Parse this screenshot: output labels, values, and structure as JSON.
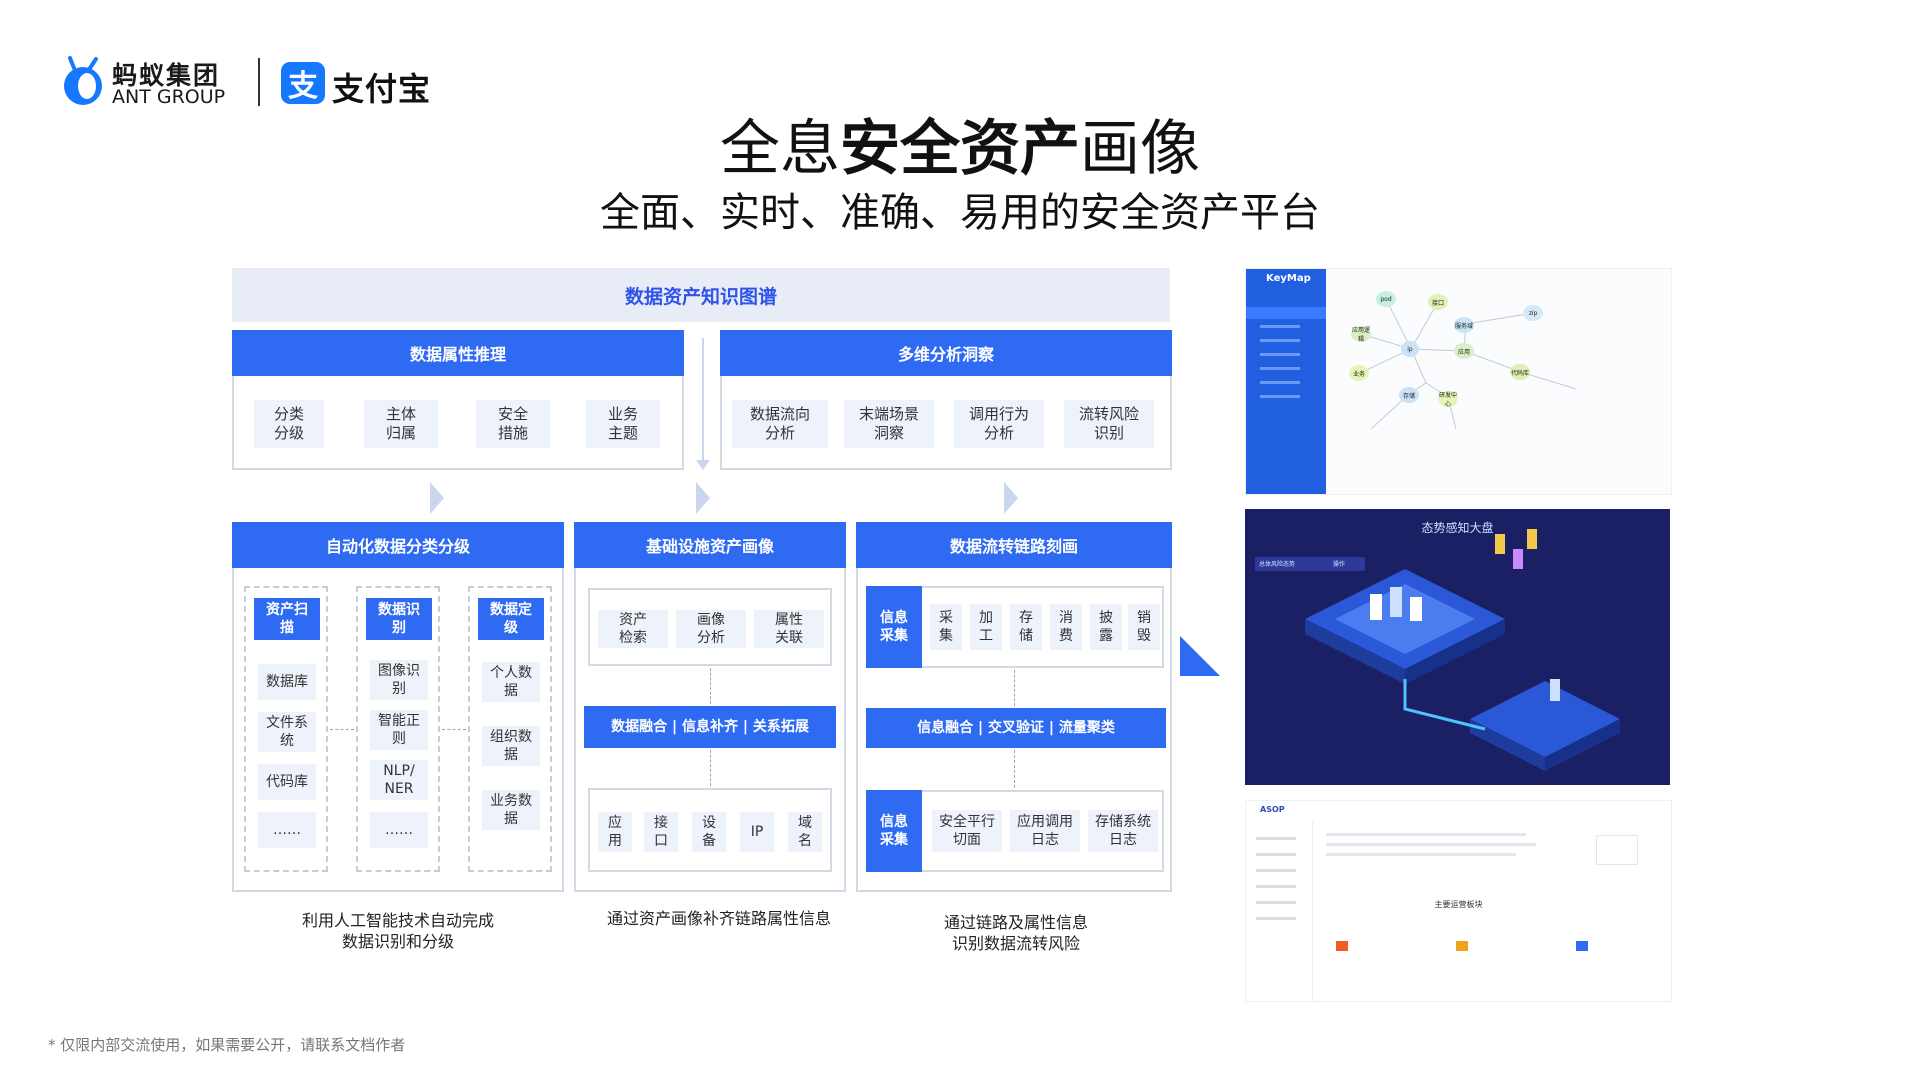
{
  "header": {
    "ant_cn": "蚂蚁集团",
    "ant_en": "ANT GROUP",
    "alipay_mark": "支",
    "alipay_text": "支付宝"
  },
  "title": {
    "part1": "全息",
    "bold": "安全资产",
    "part2": "画像"
  },
  "subtitle": "全面、实时、准确、易用的安全资产平台",
  "diagram": {
    "kg_bar": "数据资产知识图谱",
    "inference": {
      "title": "数据属性推理",
      "items": [
        "分类\n分级",
        "主体\n归属",
        "安全\n措施",
        "业务\n主题"
      ]
    },
    "insight": {
      "title": "多维分析洞察",
      "items": [
        "数据流向\n分析",
        "末端场景\n洞察",
        "调用行为\n分析",
        "流转风险\n识别"
      ]
    },
    "classify": {
      "title": "自动化数据分类分级",
      "cols": [
        {
          "head": "资产扫\n描",
          "items": [
            "数据库",
            "文件系\n统",
            "代码库",
            "……"
          ]
        },
        {
          "head": "数据识\n别",
          "items": [
            "图像识\n别",
            "智能正\n则",
            "NLP/\nNER",
            "……"
          ]
        },
        {
          "head": "数据定\n级",
          "items": [
            "个人数\n据",
            "组织数\n据",
            "业务数\n据"
          ]
        }
      ],
      "caption": "利用人工智能技术自动完成\n数据识别和分级"
    },
    "infra": {
      "title": "基础设施资产画像",
      "top_items": [
        "资产\n检索",
        "画像\n分析",
        "属性\n关联"
      ],
      "band": "数据融合 | 信息补齐 | 关系拓展",
      "bottom_items": [
        "应\n用",
        "接\n口",
        "设\n备",
        "IP",
        "域\n名"
      ],
      "caption": "通过资产画像补齐链路属性信息"
    },
    "flow": {
      "title": "数据流转链路刻画",
      "label1": "信息\n采集",
      "steps": [
        "采\n集",
        "加\n工",
        "存\n储",
        "消\n费",
        "披\n露",
        "销\n毁"
      ],
      "band": "信息融合 | 交叉验证 | 流量聚类",
      "label2": "信息\n采集",
      "bottom_items": [
        "安全平行\n切面",
        "应用调用\n日志",
        "存储系统\n日志"
      ],
      "caption": "通过链路及属性信息\n识别数据流转风险"
    }
  },
  "screens": {
    "keymap_logo": "KeyMap",
    "keymap_nodes": [
      "pod",
      "接口",
      "服务域",
      "应用逻辑",
      "ip",
      "应用",
      "zip",
      "业务",
      "代码库",
      "存储",
      "研发中心"
    ],
    "dashboard_title": "态势感知大盘",
    "dashboard_tabs": [
      "总体风险态势",
      "操作"
    ],
    "asop_logo": "ASOP",
    "asop_heading": "主要运营板块"
  },
  "footnote": "* 仅限内部交流使用，如果需要公开，请联系文档作者",
  "colors": {
    "primary": "#2f6bf2",
    "kg_bar_bg": "#e8ecf7",
    "chip_bg": "#eef2fa",
    "dashboard_bg": "#1b1f63"
  }
}
